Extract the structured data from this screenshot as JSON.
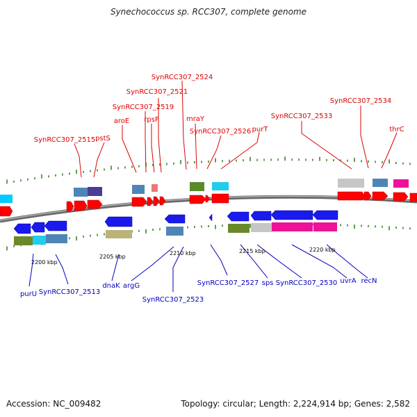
{
  "title": "Synechococcus sp. RCC307, complete genome",
  "footer": {
    "accession": "Accession: NC_009482",
    "topology": "Topology: circular; Length: 2,224,914 bp; Genes: 2,582"
  },
  "colors": {
    "top_label": "#dd0000",
    "bottom_label": "#0000bb",
    "backbone": "#808080",
    "tick": "#2a7a1a",
    "scale_label": "#000000"
  },
  "scale_labels": [
    "2200 kbp",
    "2205 kbp",
    "2210 kbp",
    "2215 kbp",
    "2220 kbp"
  ],
  "top_labels": [
    "SynRCC307_2524",
    "SynRCC307_2521",
    "SynRCC307_2519",
    "aroE",
    "rpsF",
    "mraY",
    "SynRCC307_2515",
    "pstS",
    "SynRCC307_2526",
    "purT",
    "SynRCC307_2533",
    "SynRCC307_2534",
    "thrC"
  ],
  "bottom_labels": [
    "purU",
    "SynRCC307_2513",
    "dnaK",
    "argG",
    "SynRCC307_2523",
    "SynRCC307_2527",
    "sps",
    "SynRCC307_2530",
    "uvrA",
    "recN"
  ]
}
